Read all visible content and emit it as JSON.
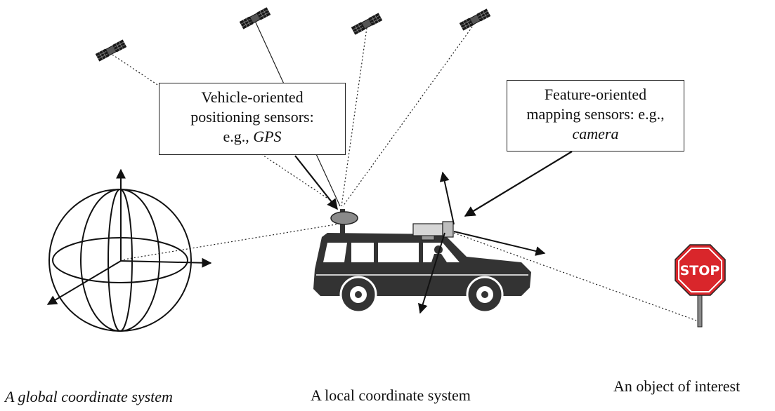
{
  "boxes": {
    "vehicle": {
      "line1": "Vehicle-oriented",
      "line2": "positioning sensors:",
      "line3_prefix": "e.g., ",
      "line3_italic": "GPS"
    },
    "feature": {
      "line1": "Feature-oriented",
      "line2": "mapping sensors: e.g.,",
      "line3_italic": "camera"
    }
  },
  "captions": {
    "global": "A global coordinate system",
    "local": "A local coordinate system",
    "object": "An object of interest"
  },
  "sign": {
    "text": "STOP"
  },
  "icons": [
    "satellite-icon",
    "globe-icon",
    "vehicle-icon",
    "camera-icon",
    "gps-antenna-icon",
    "stop-sign-icon"
  ],
  "colors": {
    "ink": "#111111",
    "stop_red": "#d9262b",
    "vehicle": "#333333"
  }
}
